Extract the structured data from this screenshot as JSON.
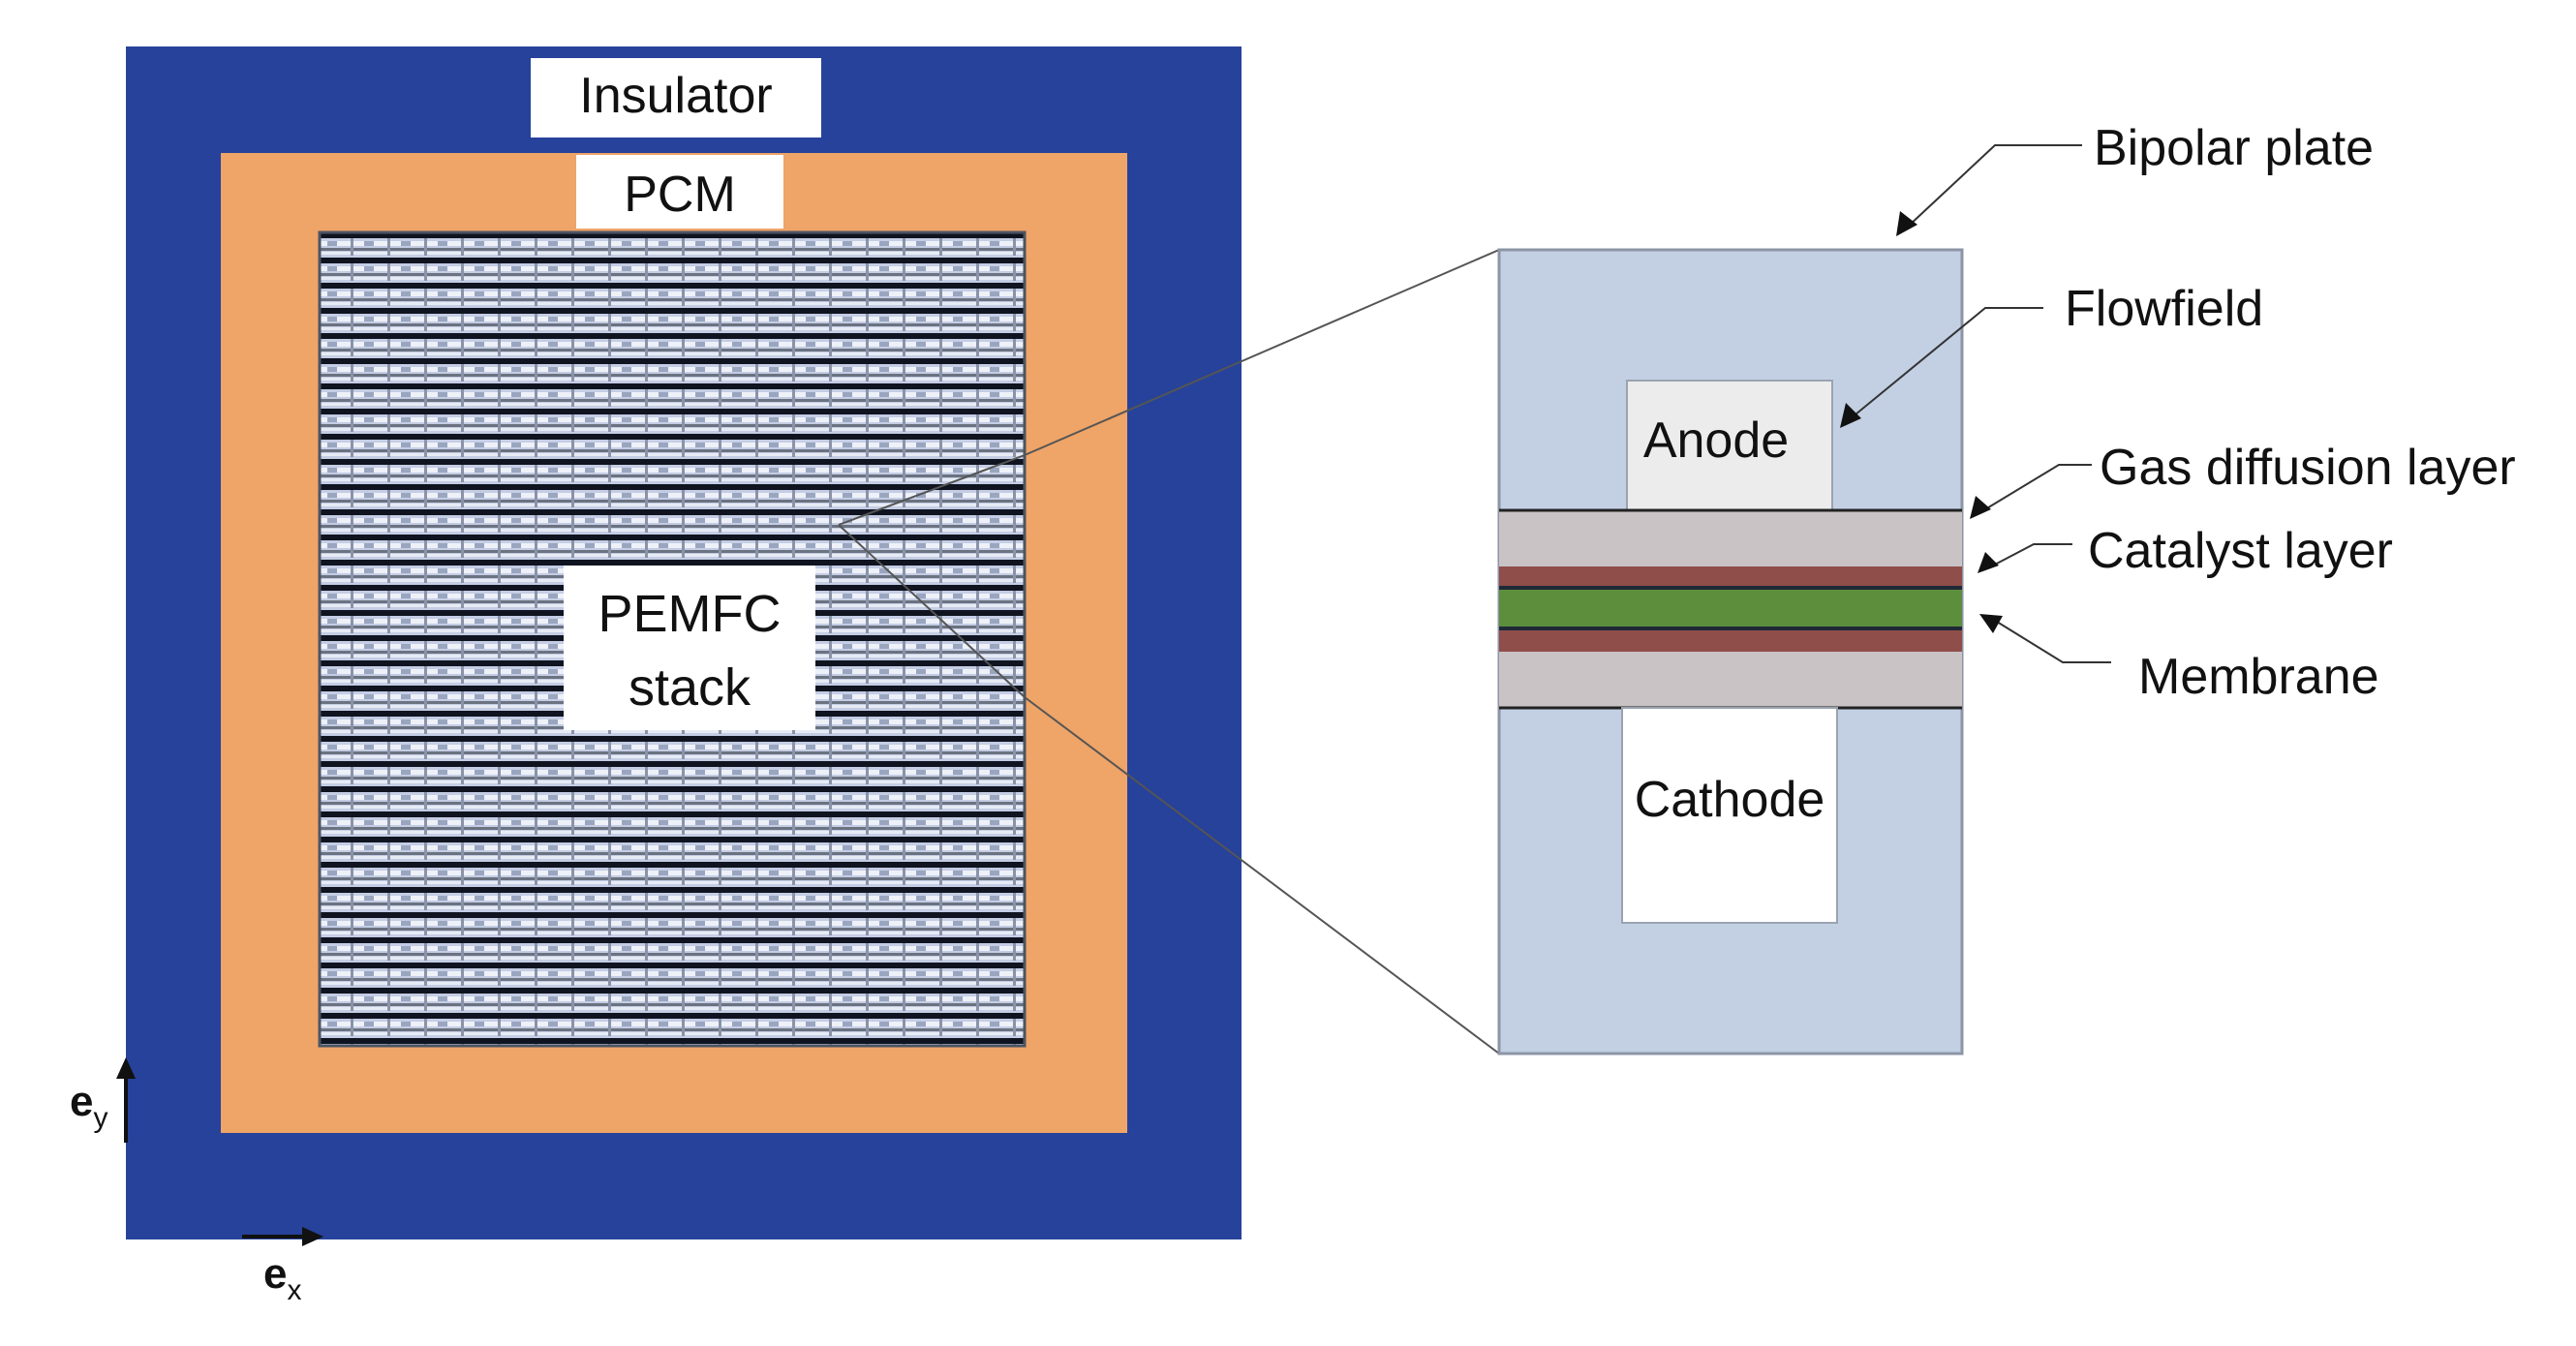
{
  "left_panel": {
    "insulator_label": "Insulator",
    "pcm_label": "PCM",
    "stack_label_line1": "PEMFC",
    "stack_label_line2": "stack",
    "axis_y_base": "e",
    "axis_y_sub": "y",
    "axis_x_base": "e",
    "axis_x_sub": "x"
  },
  "right_panel": {
    "anode_label": "Anode",
    "cathode_label": "Cathode"
  },
  "callouts": {
    "bipolar_plate": "Bipolar plate",
    "flowfield": "Flowfield",
    "gas_diffusion_layer": "Gas diffusion layer",
    "catalyst_layer": "Catalyst layer",
    "membrane": "Membrane"
  },
  "colors": {
    "insulator": "#26429a",
    "pcm": "#efa468",
    "stack_dark": "#111827",
    "stack_light": "#c4cde4",
    "bipolar_plate": "#c3d0e4",
    "gdl": "#c9c3c6",
    "catalyst": "#8f4e4a",
    "membrane": "#5c8e3c"
  }
}
